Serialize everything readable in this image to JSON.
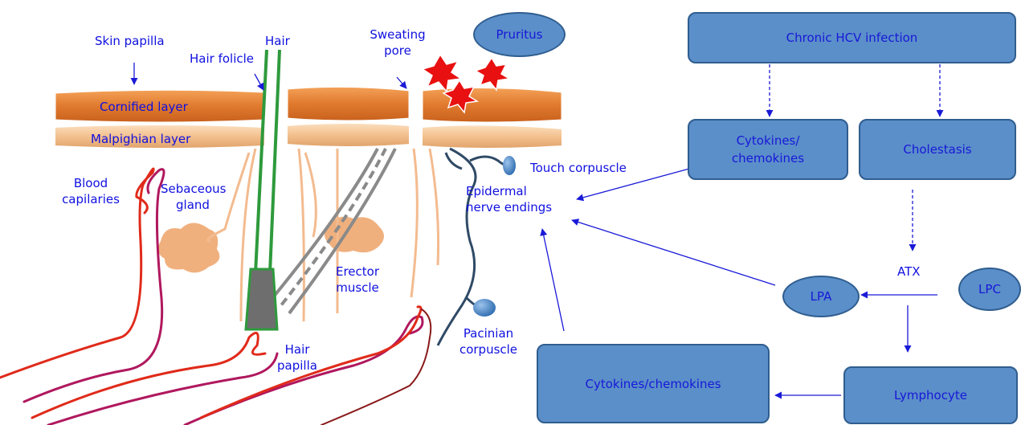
{
  "skin": {
    "skin_papilla": "Skin papilla",
    "hair": "Hair",
    "hair_folicle": "Hair folicle",
    "sweating_pore": "Sweating\npore",
    "cornified_layer": "Cornified layer",
    "malpighian_layer": "Malpighian layer",
    "blood_capilaries": "Blood\ncapilaries",
    "sebaceous_gland": "Sebaceous\ngland",
    "erector_muscle": "Erector\nmuscle",
    "hair_papilla": "Hair\npapilla",
    "touch_corpuscle": "Touch corpuscle",
    "epidermal_nerve_endings": "Epidermal\nnerve endings",
    "pacinian_corpuscle": "Pacinian\ncorpuscle",
    "pruritus": "Pruritus"
  },
  "flow": {
    "chronic_hcv": "Chronic HCV infection",
    "cytokines_top": "Cytokines/\nchemokines",
    "cholestasis": "Cholestasis",
    "atx": "ATX",
    "lpa": "LPA",
    "lpc": "LPC",
    "lymphocyte": "Lymphocyte",
    "cytokines_bottom": "Cytokines/chemokines"
  },
  "colors": {
    "box_fill": "#5b8fc9",
    "box_border": "#2f5d8f",
    "label_text": "#1010e0",
    "arrow": "#1a1ad8",
    "cornified": "#e07a2e",
    "malpighian": "#f3c08e",
    "starburst": "#e81010",
    "vessel_red": "#e02a1a",
    "vessel_magenta": "#b0185e",
    "nerve": "#2f4a66"
  }
}
